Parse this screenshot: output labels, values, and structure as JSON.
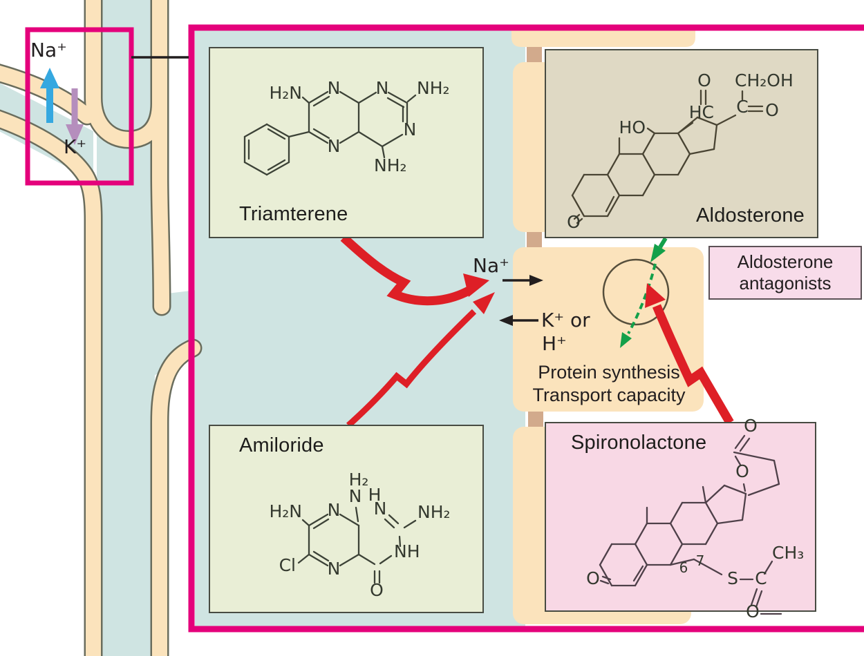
{
  "colors": {
    "magenta_frame": "#e4017b",
    "teal_lumen": "#cfe4e2",
    "tubule_wall": "#fbe3bc",
    "wall_outline": "#6a6d5d",
    "junction_tan": "#d2aa8c",
    "red_arrow": "#de1f26",
    "green_arrow": "#13a04a",
    "blue_arrow": "#35a8e0",
    "purple_arrow": "#b58ebd",
    "green_box": "#e9eed6",
    "khaki_box": "#dfd9c4",
    "pink_box": "#f8d8e5",
    "pink_label_box": "#f8dcea",
    "cell_fill": "#fbe3bc"
  },
  "tubule_inset": {
    "na": "Na⁺",
    "k": "K⁺"
  },
  "cell": {
    "na": "Na⁺",
    "k_or": "K⁺ or",
    "h": "H⁺",
    "line1": "Protein synthesis",
    "line2": "Transport capacity"
  },
  "boxes": {
    "triamterene": {
      "label": "Triamterene",
      "atoms": [
        "H₂N",
        "N",
        "N",
        "NH₂",
        "N",
        "N",
        "NH₂"
      ]
    },
    "aldosterone": {
      "label": "Aldosterone",
      "atoms": [
        "O",
        "CH₂OH",
        "HC",
        "C",
        "O",
        "HO",
        "O"
      ]
    },
    "antagonists": {
      "line1": "Aldosterone",
      "line2": "antagonists"
    },
    "amiloride": {
      "label": "Amiloride",
      "atoms": [
        "H₂",
        "N",
        "H",
        "H₂N",
        "N",
        "N",
        "NH₂",
        "Cl",
        "N",
        "NH",
        "O"
      ]
    },
    "spironolactone": {
      "label": "Spironolactone",
      "atoms": [
        "O",
        "O",
        "CH₃",
        "S",
        "C",
        "O",
        "O",
        "6",
        "7"
      ]
    }
  }
}
